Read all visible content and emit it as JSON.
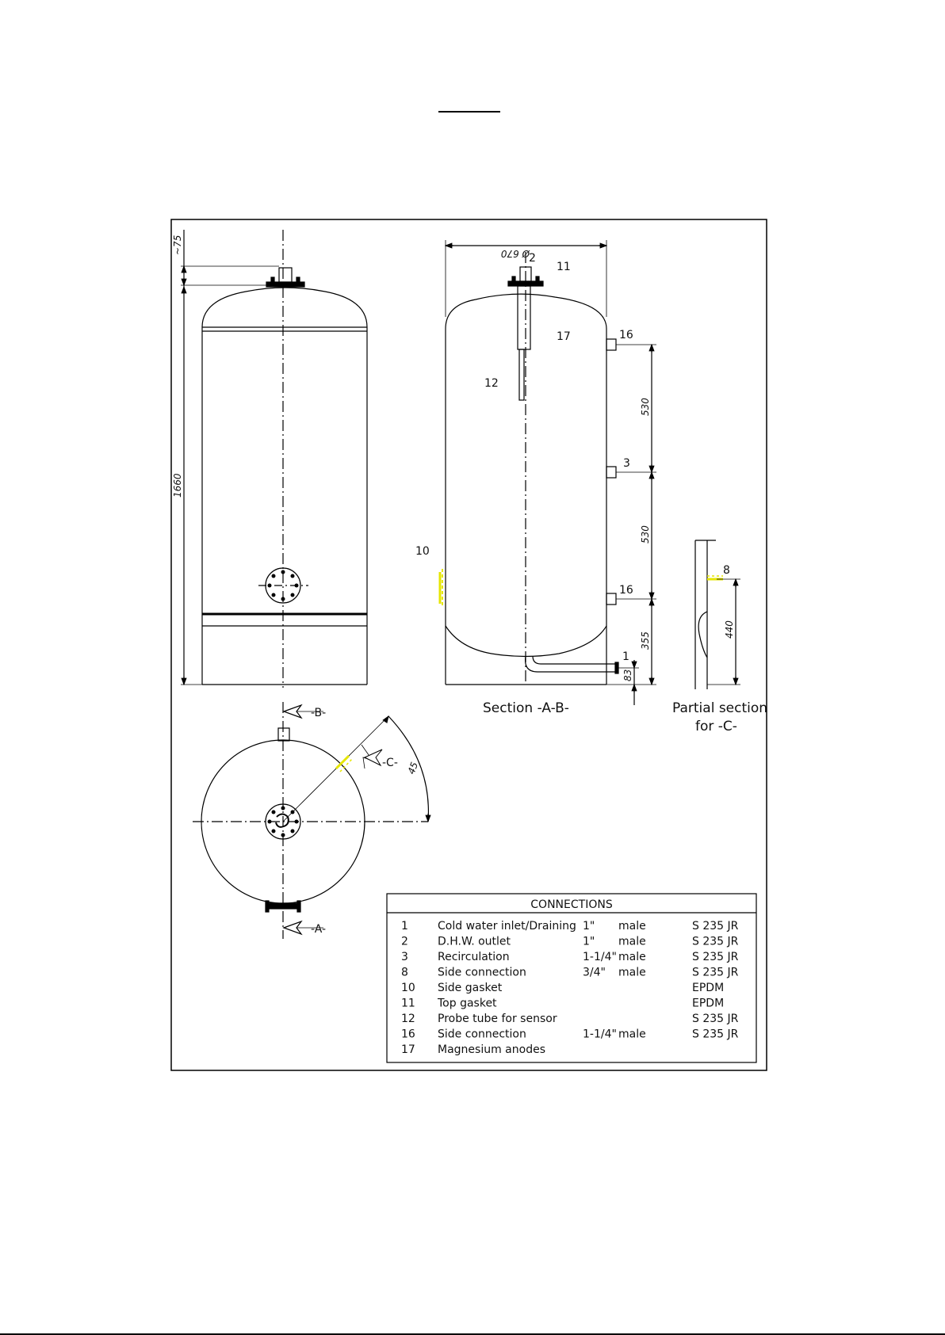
{
  "labels": {
    "top_view_cut_b": "-B-",
    "top_view_cut_a": "-A-",
    "top_view_cut_c": "-C-",
    "angle": "45",
    "section_caption": "Section -A-B-",
    "partial_caption_line1": "Partial section",
    "partial_caption_line2": "for -C-"
  },
  "dimensions": {
    "top_offset": "~75",
    "total_height": "1660",
    "diameter": "Ø 670",
    "upper_spacing": "530",
    "lower_spacing": "530",
    "lower_conn_height": "355",
    "inlet_height": "83",
    "side_conn_height": "440"
  },
  "callouts": {
    "c1": "1",
    "c2": "2",
    "c3": "3",
    "c8": "8",
    "c10": "10",
    "c11": "11",
    "c12": "12",
    "c16a": "16",
    "c16b": "16",
    "c17": "17"
  },
  "connections": {
    "title": "CONNECTIONS",
    "rows": [
      {
        "no": "1",
        "name": "Cold water inlet/Draining",
        "size": "1\"",
        "type": "male",
        "material": "S 235 JR"
      },
      {
        "no": "2",
        "name": "D.H.W. outlet",
        "size": "1\"",
        "type": "male",
        "material": "S 235 JR"
      },
      {
        "no": "3",
        "name": "Recirculation",
        "size": "1-1/4\"",
        "type": "male",
        "material": "S 235 JR"
      },
      {
        "no": "8",
        "name": "Side connection",
        "size": "3/4\"",
        "type": "male",
        "material": "S 235 JR"
      },
      {
        "no": "10",
        "name": "Side gasket",
        "size": "",
        "type": "",
        "material": "EPDM"
      },
      {
        "no": "11",
        "name": "Top gasket",
        "size": "",
        "type": "",
        "material": "EPDM"
      },
      {
        "no": "12",
        "name": "Probe tube for sensor",
        "size": "",
        "type": "",
        "material": "S 235 JR"
      },
      {
        "no": "16",
        "name": "Side connection",
        "size": "1-1/4\"",
        "type": "male",
        "material": "S 235 JR"
      },
      {
        "no": "17",
        "name": "Magnesium anodes",
        "size": "",
        "type": "",
        "material": ""
      }
    ]
  },
  "colors": {
    "line": "#000000",
    "gasket_highlight": "#e6e600"
  }
}
